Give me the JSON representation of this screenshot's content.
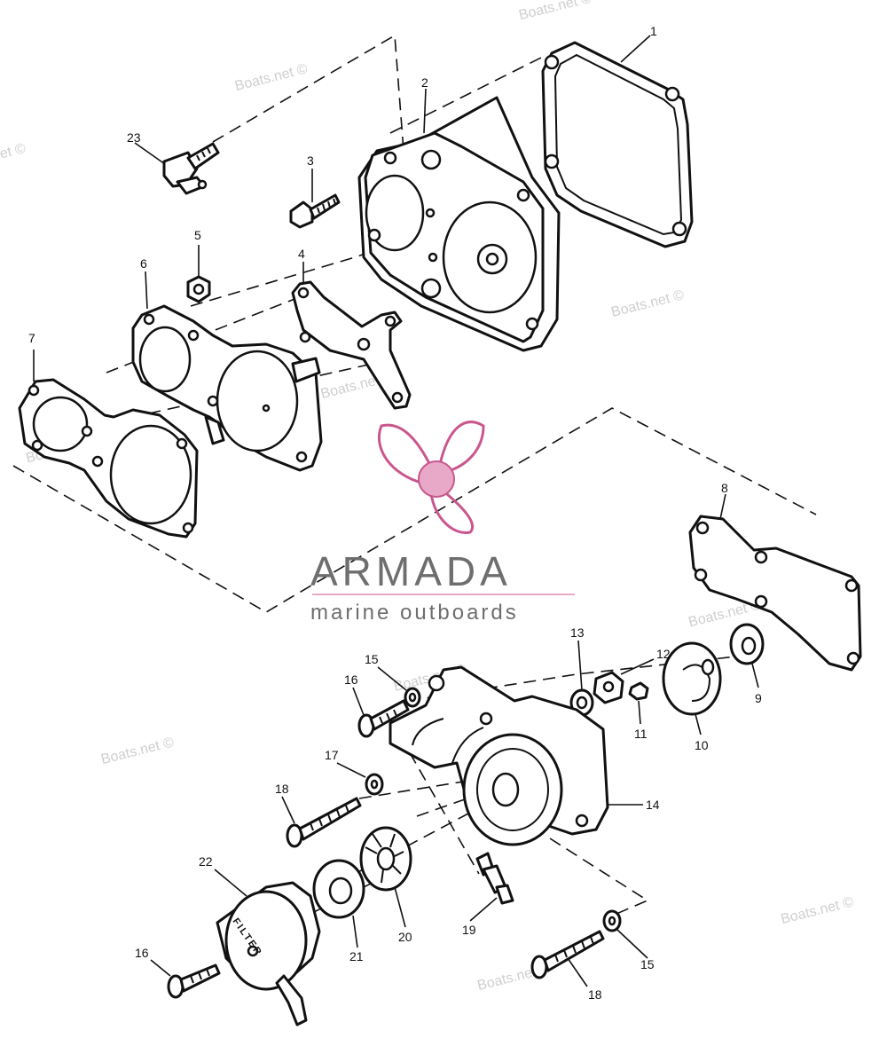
{
  "watermark_text": "Boats.net ©",
  "logo": {
    "brand": "ARMADA",
    "tagline": "marine outboards",
    "brand_color": "#6e6e6e",
    "accent_color": "#e8a9c8",
    "accent_stroke": "#c9578e"
  },
  "filter_label": "FILTER",
  "callouts": [
    "1",
    "2",
    "3",
    "4",
    "5",
    "6",
    "7",
    "8",
    "9",
    "10",
    "11",
    "12",
    "13",
    "14",
    "15",
    "16",
    "17",
    "18",
    "19",
    "20",
    "21",
    "22",
    "23"
  ],
  "callouts_repeat": {
    "15": "15",
    "16": "16",
    "18": "18"
  }
}
